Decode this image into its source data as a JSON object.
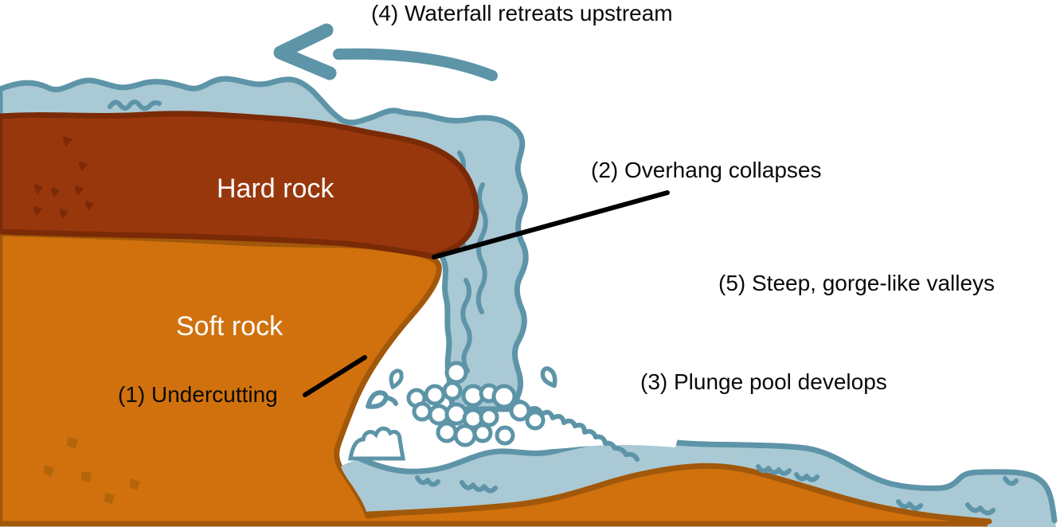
{
  "diagram_title": "Waterfall retreat / gorge formation diagram",
  "steps": [
    {
      "text": "(1) Undercutting"
    },
    {
      "text": "(2) Overhang collapses"
    },
    {
      "text": "(3) Plunge pool develops"
    },
    {
      "text": "(4) Waterfall retreats upstream"
    },
    {
      "text": "(5) Steep, gorge-like valleys"
    }
  ],
  "layers": {
    "hard_rock_label": "Hard rock",
    "soft_rock_label": "Soft rock"
  },
  "icons": {
    "retreat_arrow": "left-curved-arrow",
    "splash_droplets": "water-droplet",
    "foam": "bubble-cluster"
  },
  "colors": {
    "background": "#ffffff",
    "waterFill": "#a9c9d4",
    "waterStroke": "#5d94a8",
    "hardFill": "#99370c",
    "hardStroke": "#7a2a06",
    "softFill": "#d1710d",
    "softStroke": "#a2580a",
    "softSpeckle": "#b4650b",
    "labelColor": "#0a0a0a",
    "rockLabelColor": "#ffffff"
  }
}
